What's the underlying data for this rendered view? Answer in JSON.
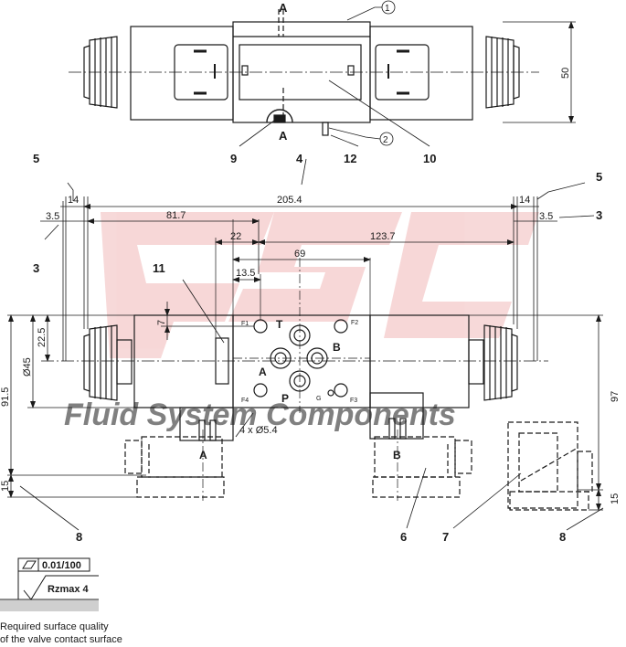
{
  "callouts": {
    "c1": "1",
    "c2": "2",
    "c3_left": "3",
    "c3_right": "3",
    "c4": "4",
    "c5_left": "5",
    "c5_right": "5",
    "c6": "6",
    "c7": "7",
    "c8_left": "8",
    "c8_right": "8",
    "c9": "9",
    "c10": "10",
    "c11": "11",
    "c12": "12"
  },
  "section_labels": {
    "top": "A",
    "bottom": "A"
  },
  "dimensions": {
    "d_50": "50",
    "d_205_4": "205.4",
    "d_14_left": "14",
    "d_14_right": "14",
    "d_3_5_left": "3.5",
    "d_3_5_right": "3.5",
    "d_81_7": "81.7",
    "d_22": "22",
    "d_123_7": "123.7",
    "d_69": "69",
    "d_13_5": "13.5",
    "d_7": "7",
    "d_22_5": "22.5",
    "d_dia45": "Ø45",
    "d_91_5": "91.5",
    "d_97": "97",
    "d_15_left": "15",
    "d_15_right": "15",
    "d_holes": "4 x Ø5.4"
  },
  "ports": {
    "T": "T",
    "A": "A",
    "B": "B",
    "P": "P",
    "F1": "F1",
    "F2": "F2",
    "F3": "F3",
    "F4": "F4",
    "G": "G"
  },
  "solenoid_marks": {
    "left": "A",
    "right": "B"
  },
  "watermark": "Fluid System Components",
  "surface": {
    "flatness": "0.01/100",
    "roughness": "Rzmax 4"
  },
  "note": [
    "Required surface quality",
    "of the valve contact surface"
  ]
}
